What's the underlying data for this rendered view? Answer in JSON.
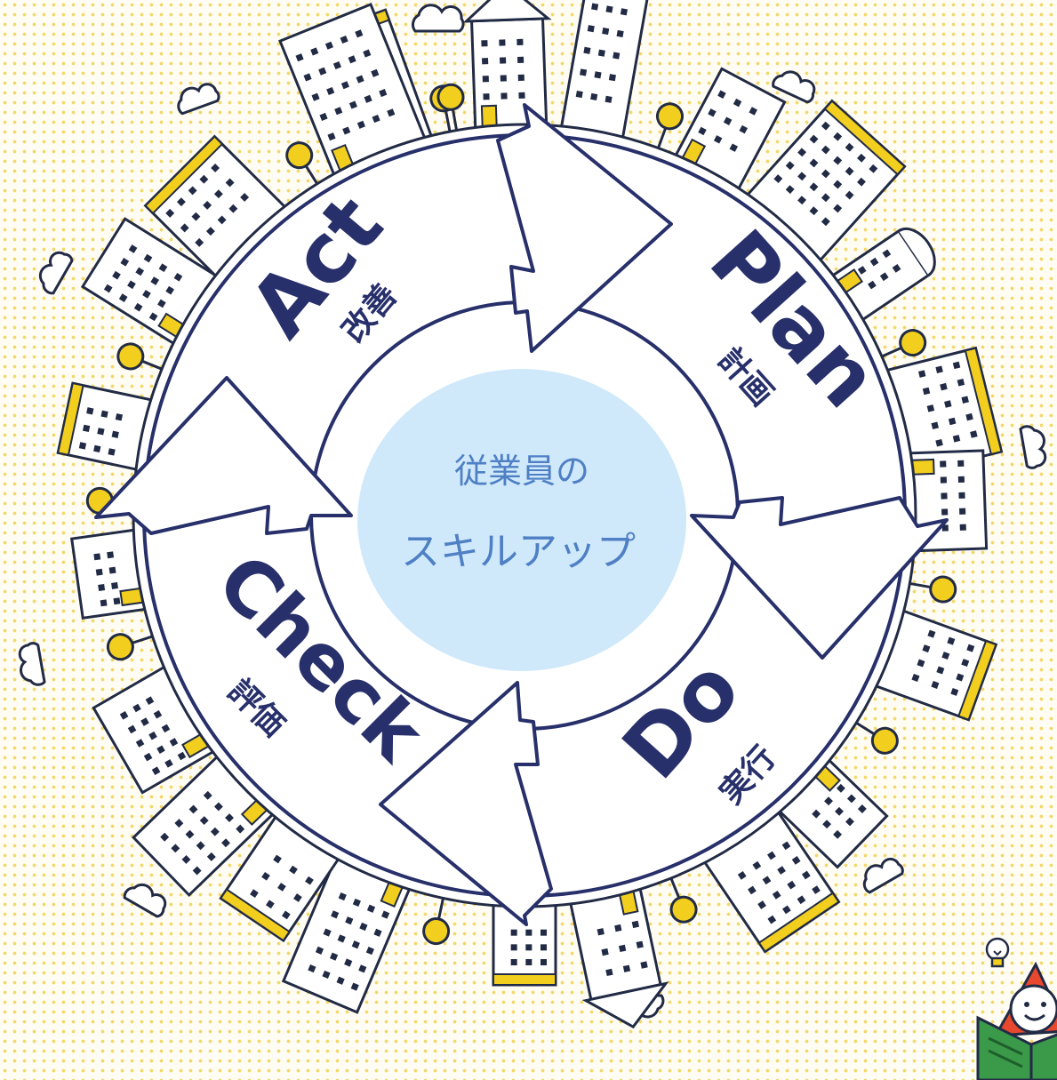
{
  "center": {
    "line1": "従業員の",
    "line2": "スキルアップ"
  },
  "phases": {
    "plan": {
      "label": "Plan",
      "sub": "計画"
    },
    "do": {
      "label": "Do",
      "sub": "実行"
    },
    "check": {
      "label": "Check",
      "sub": "評価"
    },
    "act": {
      "label": "Act",
      "sub": "改善"
    }
  },
  "colors": {
    "background_dots": "#f3d76a",
    "outline": "#222b45",
    "ring_stroke": "#27306a",
    "building_accent": "#f2cf1f",
    "center_fill": "#cfe9fb",
    "center_text": "#4f7fc4",
    "mascot_red": "#e8482e",
    "mascot_book": "#3a9a4a"
  }
}
